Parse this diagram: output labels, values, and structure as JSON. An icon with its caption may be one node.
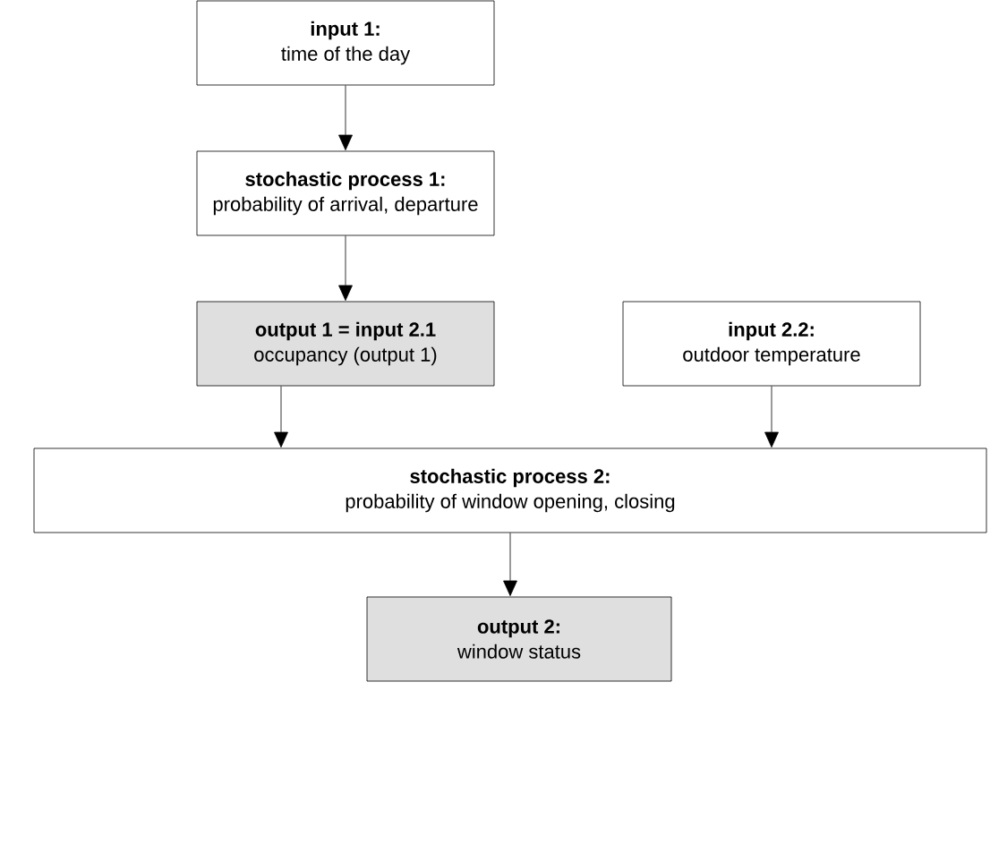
{
  "diagram": {
    "nodes": [
      {
        "text": [
          "input 1:",
          "time of the day"
        ]
      },
      {
        "text": [
          "stochastic process 1:",
          "probability of arrival, departure"
        ]
      },
      {
        "text": [
          "output 1 = input 2.1",
          "occupancy (output 1)"
        ]
      },
      {
        "text": [
          "input 2.2:",
          "outdoor temperature"
        ]
      },
      {
        "text": [
          "stochastic process 2:",
          "probability of window opening, closing"
        ]
      },
      {
        "text": [
          "output 2:",
          "window status"
        ]
      }
    ],
    "edges": [
      {
        "from": 0,
        "to": 1,
        "arrow": "to"
      },
      {
        "from": 1,
        "to": 2,
        "arrow": "to"
      },
      {
        "from": 2,
        "to": 4,
        "arrow": "to"
      },
      {
        "from": 3,
        "to": 4,
        "arrow": "to"
      },
      {
        "from": 4,
        "to": 5,
        "arrow": "to"
      }
    ]
  }
}
